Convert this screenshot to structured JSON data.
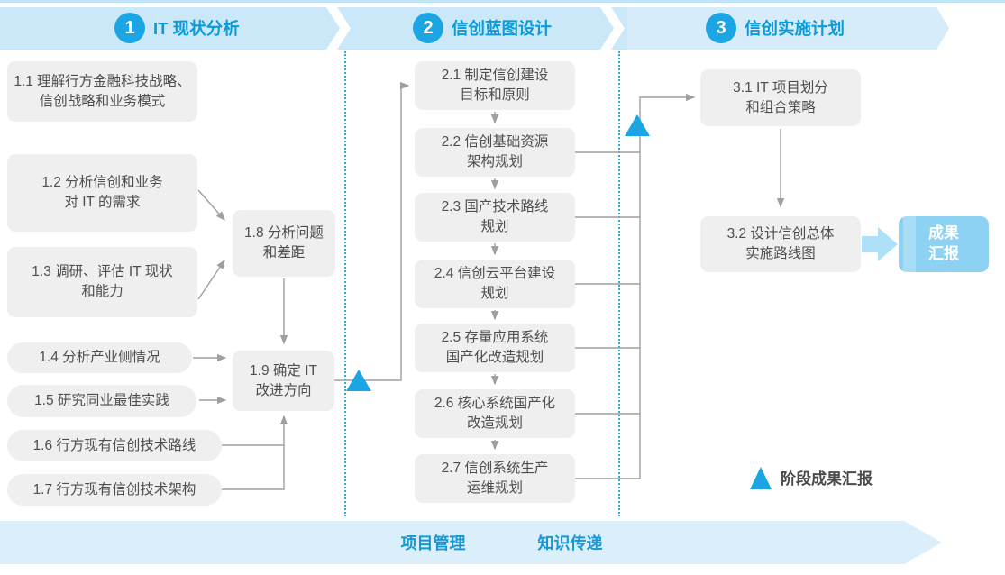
{
  "phases": [
    {
      "number": "1",
      "title": "IT 现状分析"
    },
    {
      "number": "2",
      "title": "信创蓝图设计"
    },
    {
      "number": "3",
      "title": "信创实施计划"
    }
  ],
  "steps": {
    "s11": {
      "lines": [
        "1.1 理解行方金融科技战略、",
        "信创战略和业务模式"
      ]
    },
    "s12": {
      "lines": [
        "1.2 分析信创和业务",
        "对 IT 的需求"
      ]
    },
    "s13": {
      "lines": [
        "1.3 调研、评估 IT 现状",
        "和能力"
      ]
    },
    "s14": {
      "lines": [
        "1.4 分析产业侧情况"
      ]
    },
    "s15": {
      "lines": [
        "1.5 研究同业最佳实践"
      ]
    },
    "s16": {
      "lines": [
        "1.6 行方现有信创技术路线"
      ]
    },
    "s17": {
      "lines": [
        "1.7 行方现有信创技术架构"
      ]
    },
    "s18": {
      "lines": [
        "1.8 分析问题",
        "和差距"
      ]
    },
    "s19": {
      "lines": [
        "1.9 确定 IT",
        "改进方向"
      ]
    },
    "s21": {
      "lines": [
        "2.1 制定信创建设",
        "目标和原则"
      ]
    },
    "s22": {
      "lines": [
        "2.2 信创基础资源",
        "架构规划"
      ]
    },
    "s23": {
      "lines": [
        "2.3 国产技术路线",
        "规划"
      ]
    },
    "s24": {
      "lines": [
        "2.4 信创云平台建设",
        "规划"
      ]
    },
    "s25": {
      "lines": [
        "2.5 存量应用系统",
        "国产化改造规划"
      ]
    },
    "s26": {
      "lines": [
        "2.6 核心系统国产化",
        "改造规划"
      ]
    },
    "s27": {
      "lines": [
        "2.7 信创系统生产",
        "运维规划"
      ]
    },
    "s31": {
      "lines": [
        "3.1 IT 项目划分",
        "和组合策略"
      ]
    },
    "s32": {
      "lines": [
        "3.2 设计信创总体",
        "实施路线图"
      ]
    }
  },
  "result_box": {
    "lines": [
      "成果",
      "汇报"
    ]
  },
  "legend": {
    "label": "阶段成果汇报"
  },
  "bottom_banner": {
    "items": [
      "项目管理",
      "知识传递"
    ]
  },
  "colors": {
    "accent_blue": "#1BA6E3",
    "banner_fill": "#CBE8F8",
    "banner_fill_light": "#D6ECFA",
    "bottom_banner_fill": "#DBEFFB",
    "phase_title_blue": "#0C9BDA",
    "bottom_text_blue": "#1798D5",
    "box_fill": "#EFEFEF",
    "box_text": "#4E4E4E",
    "connector_gray": "#9F9F9F",
    "result_fill": "#8DD2F2",
    "result_stripe": "#A9DDF6",
    "dashed_blue": "#2BA9E1"
  }
}
